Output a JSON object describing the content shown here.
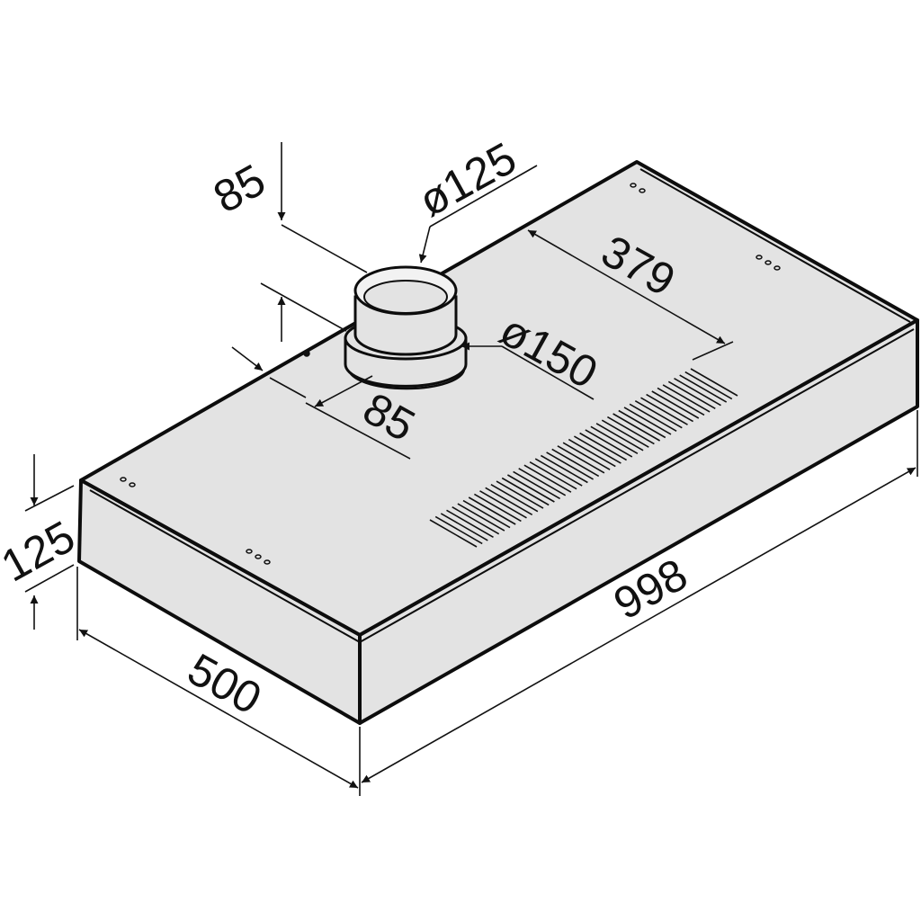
{
  "diagram": {
    "subject": "range hood dimension drawing",
    "colors": {
      "body_fill": "#e3e3e3",
      "outline": "#0d0d0d",
      "background": "#ffffff"
    },
    "units": "mm",
    "dimensions": {
      "width": "998",
      "depth": "500",
      "height": "125",
      "duct_diameter": "ø125",
      "collar_diameter": "ø150",
      "duct_offset_back": "85",
      "duct_offset_side": "85",
      "duct_to_grille": "379"
    }
  }
}
